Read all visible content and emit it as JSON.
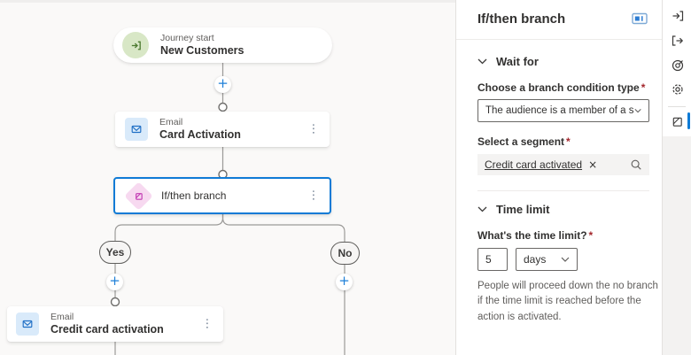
{
  "colors": {
    "accent": "#0078d4",
    "selection_border": "#0f7bd6",
    "required_marker_color": "#a4262c",
    "canvas_bg": "#faf9f8",
    "journey_start_icon_bg": "#d8e7c6",
    "journey_start_icon_fg": "#4c7a31",
    "email_icon_bg": "#d9eafa",
    "email_icon_fg": "#1f6fc5",
    "branch_icon_bg": "#f7d9f0",
    "branch_icon_fg": "#c239b3"
  },
  "icons": {
    "plus": "+",
    "kebab": "⋮",
    "close": "×"
  },
  "canvas": {
    "journey_start": {
      "kind": "Journey start",
      "title": "New Customers"
    },
    "email_card_activation": {
      "kind": "Email",
      "title": "Card Activation"
    },
    "if_then_branch": {
      "title": "If/then branch"
    },
    "email_credit_card_activation": {
      "kind": "Email",
      "title": "Credit card activation"
    },
    "branch_yes": "Yes",
    "branch_no": "No"
  },
  "panel": {
    "title": "If/then branch",
    "required_marker": "*",
    "wait_for": {
      "heading": "Wait for",
      "condition_label": "Choose a branch condition type",
      "condition_value": "The audience is a member of a segment",
      "segment_label": "Select a segment",
      "segment_tag": "Credit card activated"
    },
    "time_limit": {
      "heading": "Time limit",
      "question": "What's the time limit?",
      "amount": "5",
      "unit": "days",
      "help": "People will proceed down the no branch if the time limit is reached before the action is activated."
    }
  },
  "rail": {
    "icons": [
      "journey-entry",
      "journey-exit",
      "goal",
      "settings",
      "branch-properties"
    ],
    "selected": "branch-properties"
  }
}
